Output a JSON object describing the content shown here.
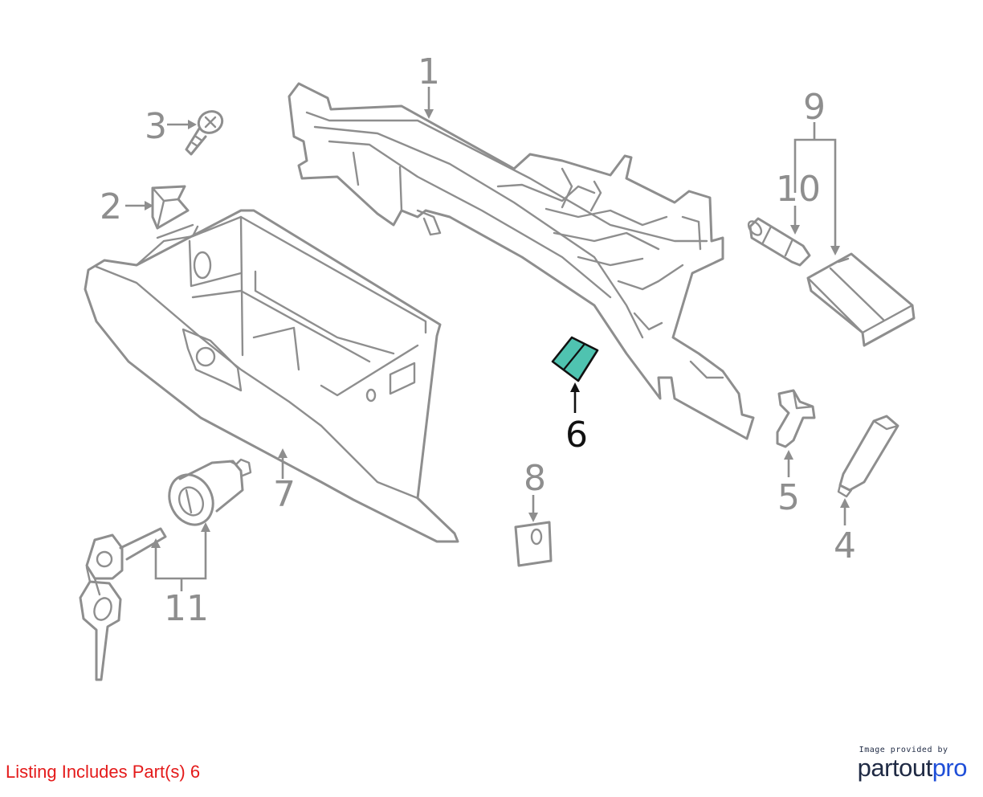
{
  "colors": {
    "line": "#8e8e8e",
    "highlight_fill": "#4fc3b0",
    "highlight_line": "#111111",
    "listing_text": "#e41a1a",
    "logo_dark": "#1f2a44",
    "logo_accent": "#1f4fd8"
  },
  "callouts": {
    "c1": "1",
    "c2": "2",
    "c3": "3",
    "c4": "4",
    "c5": "5",
    "c6": "6",
    "c7": "7",
    "c8": "8",
    "c9": "9",
    "c10": "10",
    "c11": "11"
  },
  "highlighted_part": "6",
  "listing_text": "Listing Includes Part(s) 6",
  "logo": {
    "caption": "Image provided by",
    "word_part": "partout",
    "word_accent": "pro"
  }
}
